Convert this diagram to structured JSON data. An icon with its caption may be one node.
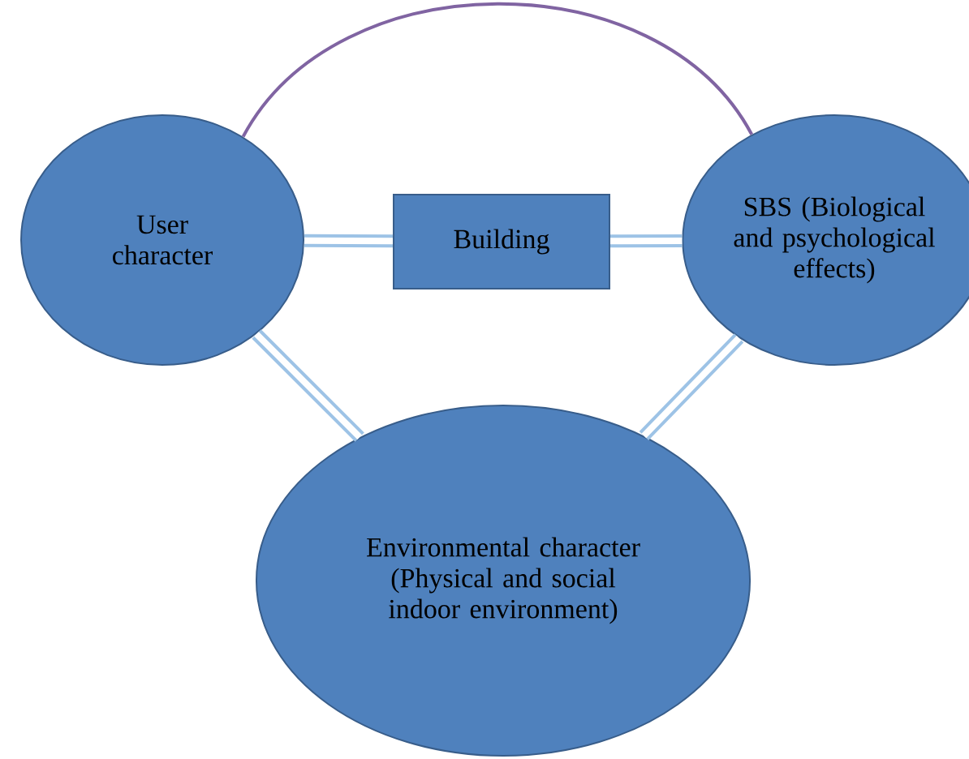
{
  "diagram": {
    "nodes": [
      {
        "text": [
          "User character"
        ]
      },
      {
        "text": [
          "Building"
        ]
      },
      {
        "text": [
          "SBS (Biological and psychological effects)"
        ]
      },
      {
        "text": [
          "Environmental character (Physical and social indoor environment)"
        ]
      }
    ],
    "edges": [
      {
        "from": 0,
        "to": 1,
        "arrow": "none"
      },
      {
        "from": 1,
        "to": 2,
        "arrow": "none"
      },
      {
        "from": 0,
        "to": 3,
        "arrow": "none"
      },
      {
        "from": 2,
        "to": 3,
        "arrow": "none"
      },
      {
        "from": 0,
        "to": 2,
        "arrow": "none",
        "color": "#8064a2"
      }
    ]
  }
}
